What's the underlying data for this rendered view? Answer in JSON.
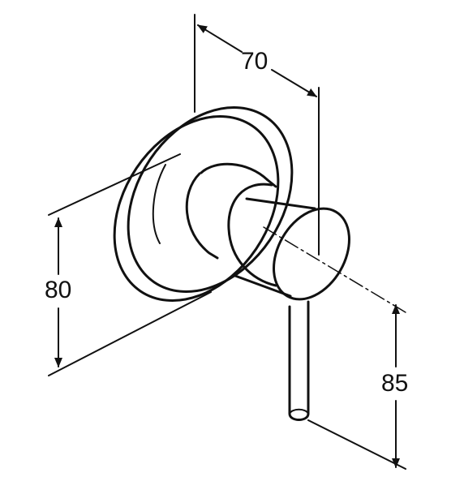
{
  "colors": {
    "line": "#111111",
    "background": "#ffffff"
  },
  "dimensions": {
    "width": "70",
    "height": "80",
    "lever_length": "85"
  }
}
